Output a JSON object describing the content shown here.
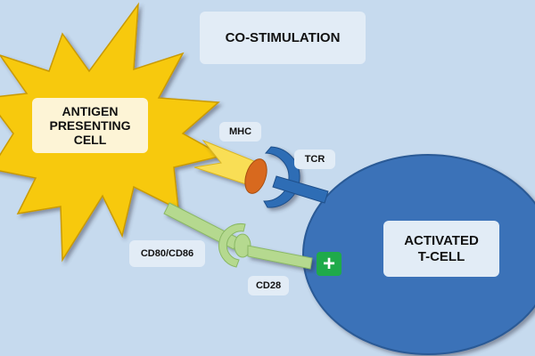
{
  "title": "CO-STIMULATION",
  "cells": {
    "apc": {
      "label_lines": [
        "ANTIGEN",
        "PRESENTING",
        "CELL"
      ],
      "color": "#f7c90f"
    },
    "tcell": {
      "label_lines": [
        "ACTIVATED",
        "T-CELL"
      ],
      "color": "#3a72b8"
    }
  },
  "molecules": {
    "mhc": "MHC",
    "tcr": "TCR",
    "cd80_cd86": "CD80/CD86",
    "cd28": "CD28"
  },
  "signal_badge": {
    "icon": "plus-icon",
    "glyph": "+",
    "color": "#1faa4a"
  },
  "colors": {
    "background": "#c6daee",
    "label_bg": "#e2ecf6",
    "mhc_body": "#f9de55",
    "antigen": "#d8691e",
    "tcr": "#2e6db5",
    "costim": "#b5d98f"
  }
}
